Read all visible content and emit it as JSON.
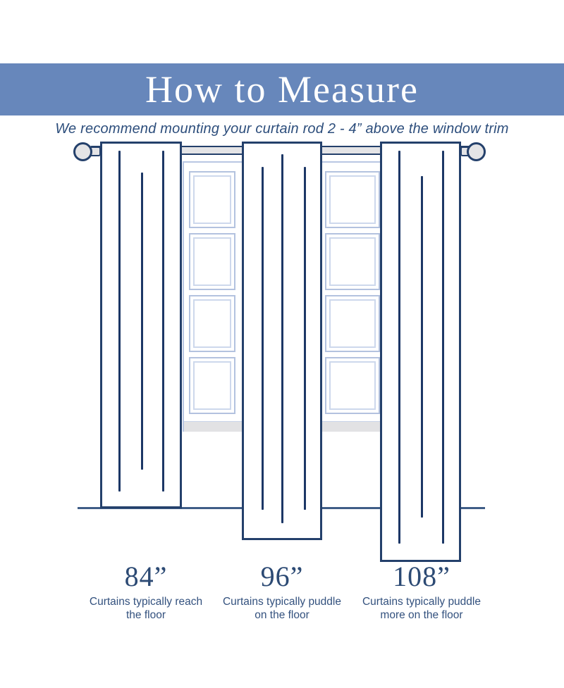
{
  "banner": {
    "title": "How to Measure"
  },
  "subtitle": "We recommend mounting your curtain rod 2 - 4” above the window trim",
  "options": [
    {
      "size": "84”",
      "desc": "Curtains typically reach the floor",
      "desc_lines": [
        "Curtains typically reach",
        "the floor"
      ]
    },
    {
      "size": "96”",
      "desc": "Curtains typically puddle on the floor",
      "desc_lines": [
        "Curtains typically puddle",
        "on the floor"
      ]
    },
    {
      "size": "108”",
      "desc": "Curtains typically puddle more on the floor",
      "desc_lines": [
        "Curtains typically puddle",
        "more on the floor"
      ]
    }
  ],
  "colors": {
    "banner_blue": "#6787bb",
    "outline_navy": "#24406b",
    "window_light_blue": "#b9c7e3",
    "hardware_gray": "#e4e4e6",
    "floor_line": "#3f5d87",
    "text_navy": "#2d4e7c",
    "title_white": "#ffffff"
  }
}
